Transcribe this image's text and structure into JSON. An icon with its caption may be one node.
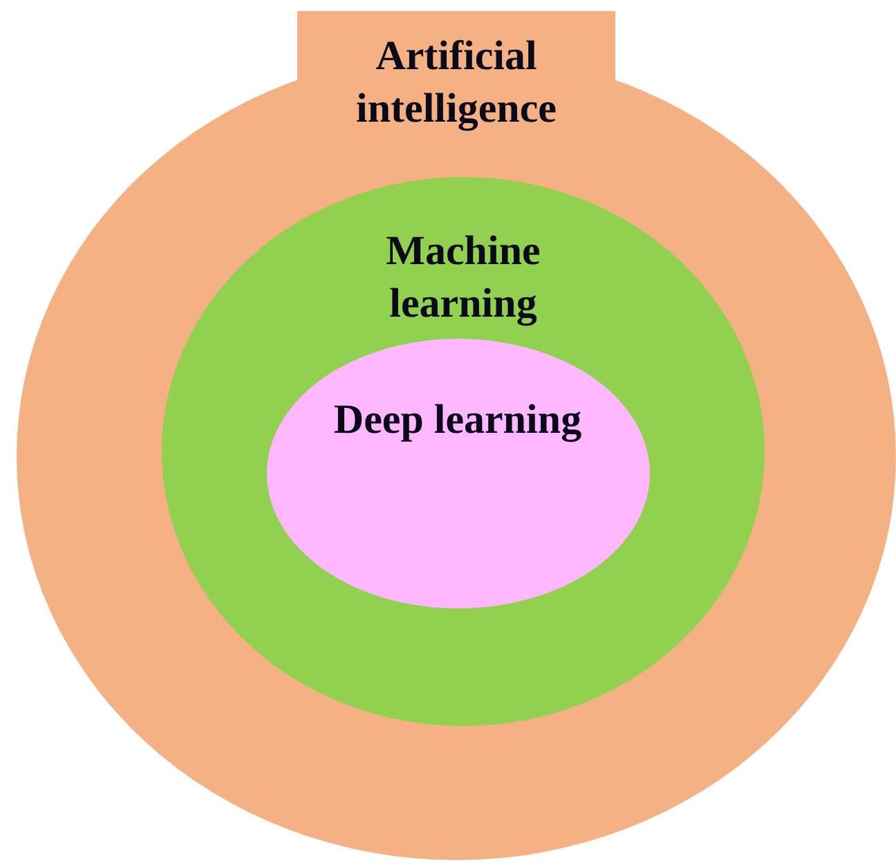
{
  "diagram": {
    "nodes": [
      {
        "text": [
          "Artificial intelligence"
        ]
      },
      {
        "text": [
          "Machine learning"
        ],
        "in": 0
      },
      {
        "text": [
          "Deep learning"
        ],
        "in": 1
      }
    ]
  }
}
